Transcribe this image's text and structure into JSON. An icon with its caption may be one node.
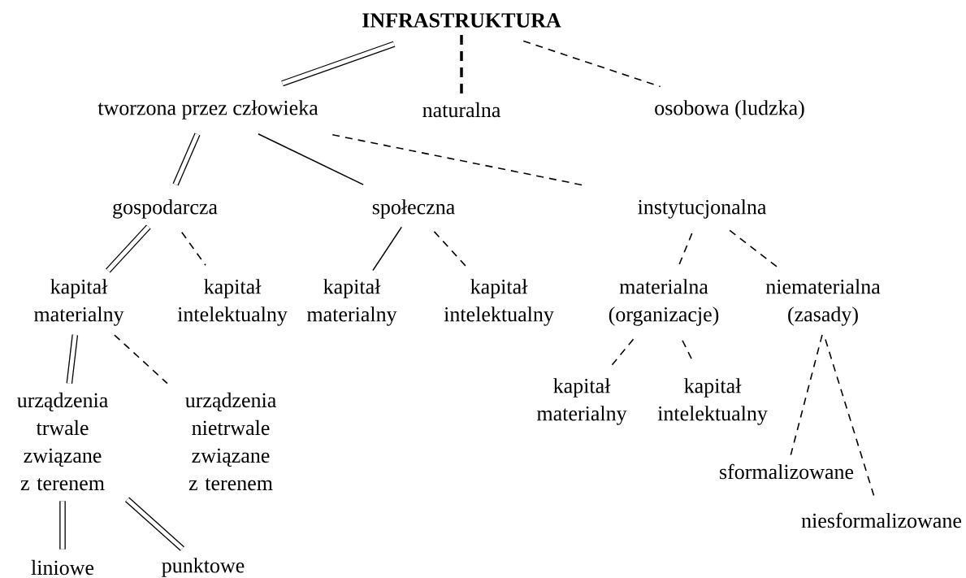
{
  "diagram": {
    "nodes": [
      {
        "text": [
          "INFRASTRUKTURA"
        ]
      },
      {
        "text": [
          "tworzona przez człowieka"
        ]
      },
      {
        "text": [
          "naturalna"
        ]
      },
      {
        "text": [
          "osobowa (ludzka)"
        ]
      },
      {
        "text": [
          "gospodarcza"
        ]
      },
      {
        "text": [
          "społeczna"
        ]
      },
      {
        "text": [
          "instytucjonalna"
        ]
      },
      {
        "text": [
          "kapitał materialny"
        ]
      },
      {
        "text": [
          "kapitał intelektualny"
        ]
      },
      {
        "text": [
          "kapitał materialny"
        ]
      },
      {
        "text": [
          "kapitał intelektualny"
        ]
      },
      {
        "text": [
          "materialna (organizacje)"
        ]
      },
      {
        "text": [
          "niematerialna (zasady)"
        ]
      },
      {
        "text": [
          "urządzenia trwale związane z terenem"
        ]
      },
      {
        "text": [
          "urządzenia nietrwale związane z terenem"
        ]
      },
      {
        "text": [
          "kapitał materialny"
        ]
      },
      {
        "text": [
          "kapitał intelektualny"
        ]
      },
      {
        "text": [
          "sformalizowane"
        ]
      },
      {
        "text": [
          "niesformalizowane"
        ]
      },
      {
        "text": [
          "liniowe"
        ]
      },
      {
        "text": [
          "punktowe"
        ]
      }
    ],
    "edges": [
      {
        "from": 0,
        "to": 1,
        "arrow": "none",
        "style": "thick"
      },
      {
        "from": 0,
        "to": 2,
        "arrow": "none",
        "style": "dashed"
      },
      {
        "from": 0,
        "to": 3,
        "arrow": "none",
        "style": "dashed"
      },
      {
        "from": 1,
        "to": 4,
        "arrow": "none",
        "style": "thick"
      },
      {
        "from": 1,
        "to": 5,
        "arrow": "none"
      },
      {
        "from": 1,
        "to": 6,
        "arrow": "none",
        "style": "dashed"
      },
      {
        "from": 4,
        "to": 7,
        "arrow": "none",
        "style": "thick"
      },
      {
        "from": 4,
        "to": 8,
        "arrow": "none",
        "style": "dashed"
      },
      {
        "from": 5,
        "to": 9,
        "arrow": "none"
      },
      {
        "from": 5,
        "to": 10,
        "arrow": "none",
        "style": "dashed"
      },
      {
        "from": 6,
        "to": 11,
        "arrow": "none",
        "style": "dashed"
      },
      {
        "from": 6,
        "to": 12,
        "arrow": "none",
        "style": "dashed"
      },
      {
        "from": 7,
        "to": 13,
        "arrow": "none",
        "style": "thick"
      },
      {
        "from": 7,
        "to": 14,
        "arrow": "none",
        "style": "dashed"
      },
      {
        "from": 11,
        "to": 15,
        "arrow": "none",
        "style": "dashed"
      },
      {
        "from": 11,
        "to": 16,
        "arrow": "none",
        "style": "dashed"
      },
      {
        "from": 12,
        "to": 17,
        "arrow": "none",
        "style": "dashed"
      },
      {
        "from": 12,
        "to": 18,
        "arrow": "none",
        "style": "dashed"
      },
      {
        "from": 13,
        "to": 19,
        "arrow": "none",
        "style": "thick"
      },
      {
        "from": 13,
        "to": 20,
        "arrow": "none",
        "style": "thick"
      }
    ]
  }
}
